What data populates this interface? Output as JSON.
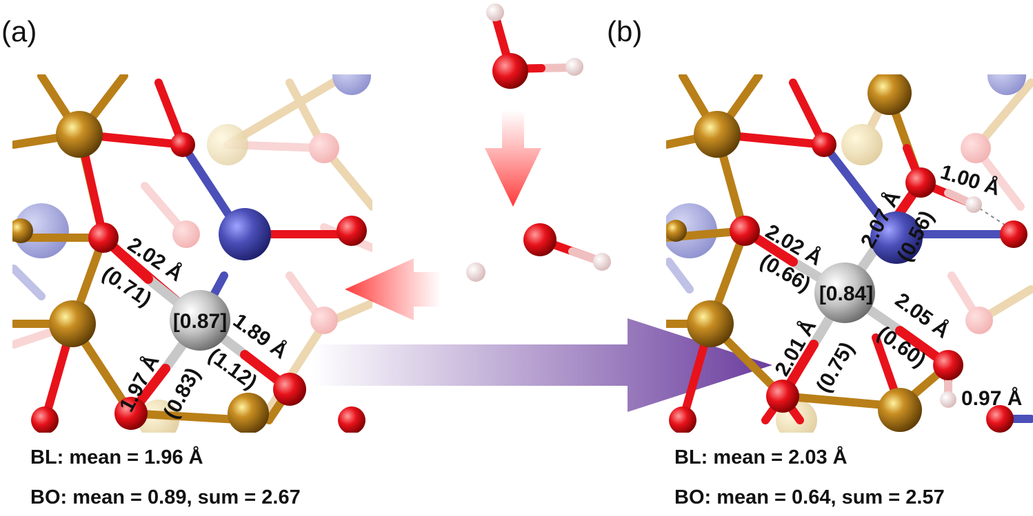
{
  "panels": {
    "a": {
      "label": "(a)",
      "center_bond_order": "[0.87]",
      "bond_lengths": [
        "2.02 Å",
        "1.89 Å",
        "1.97 Å"
      ],
      "bond_orders": [
        "(0.71)",
        "(1.12)",
        "(0.83)"
      ],
      "bl_summary": "BL: mean = 1.96 Å",
      "bo_summary": "BO: mean = 0.89, sum = 2.67"
    },
    "b": {
      "label": "(b)",
      "center_bond_order": "[0.84]",
      "bond_lengths": [
        "2.02 Å",
        "2.07 Å",
        "2.05 Å",
        "2.01 Å"
      ],
      "bond_orders": [
        "(0.66)",
        "(0.56)",
        "(0.60)",
        "(0.75)"
      ],
      "oh_lengths": [
        "1.00 Å",
        "0.97 Å"
      ],
      "bl_summary": "BL: mean = 2.03 Å",
      "bo_summary": "BO: mean = 0.64, sum = 2.57"
    }
  },
  "colors": {
    "oxygen": "#e8121b",
    "hydrogen": "#f4dede",
    "metal_gold": "#b97f18",
    "metal_blue": "#4b4fb8",
    "center_atom": "#b8b8b8",
    "red_arrow": "#ff5a5a",
    "purple_arrow": "#6a3d9e"
  }
}
